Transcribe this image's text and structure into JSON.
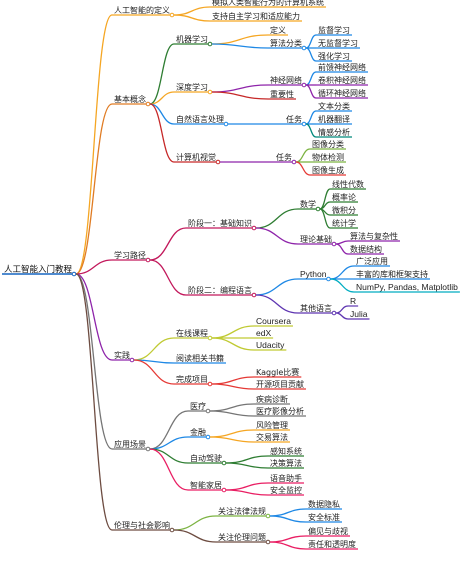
{
  "root": {
    "label": "人工智能入门教程",
    "underline": "#1565c0",
    "children": [
      {
        "label": "人工智能的定义",
        "color": "#f5a623",
        "children": [
          {
            "label": "模拟人类智能行为的计算机系统",
            "color": "#f5a623"
          },
          {
            "label": "支持自主学习和适应能力",
            "color": "#f5a623"
          }
        ]
      },
      {
        "label": "基本概念",
        "color": "#e07c24",
        "children": [
          {
            "label": "机器学习",
            "color": "#2e7d32",
            "children": [
              {
                "label": "定义",
                "color": "#f5a623"
              },
              {
                "label": "算法分类",
                "color": "#1e88e5",
                "children": [
                  {
                    "label": "监督学习",
                    "color": "#1e88e5"
                  },
                  {
                    "label": "无监督学习",
                    "color": "#1e88e5"
                  },
                  {
                    "label": "强化学习",
                    "color": "#1e88e5"
                  }
                ]
              }
            ]
          },
          {
            "label": "深度学习",
            "color": "#f5a623",
            "children": [
              {
                "label": "神经网络",
                "color": "#8e24aa",
                "children": [
                  {
                    "label": "前馈神经网络",
                    "color": "#1e88e5"
                  },
                  {
                    "label": "卷积神经网络",
                    "color": "#8e24aa"
                  },
                  {
                    "label": "循环神经网络",
                    "color": "#8e24aa"
                  }
                ]
              },
              {
                "label": "重要性",
                "color": "#c62828"
              }
            ]
          },
          {
            "label": "自然语言处理",
            "color": "#1e88e5",
            "children": [
              {
                "label": "任务",
                "color": "#1e88e5",
                "children": [
                  {
                    "label": "文本分类",
                    "color": "#1e88e5"
                  },
                  {
                    "label": "机器翻译",
                    "color": "#1e88e5"
                  },
                  {
                    "label": "情感分析",
                    "color": "#00897b"
                  }
                ]
              }
            ]
          },
          {
            "label": "计算机视觉",
            "color": "#c62828",
            "children": [
              {
                "label": "任务",
                "color": "#8e24aa",
                "children": [
                  {
                    "label": "图像分类",
                    "color": "#7cb342"
                  },
                  {
                    "label": "物体检测",
                    "color": "#7cb342"
                  },
                  {
                    "label": "图像生成",
                    "color": "#e53935"
                  }
                ]
              }
            ]
          }
        ]
      },
      {
        "label": "学习路径",
        "color": "#c2185b",
        "children": [
          {
            "label": "阶段一：基础知识",
            "color": "#c2185b",
            "children": [
              {
                "label": "数学",
                "color": "#2e7d32",
                "children": [
                  {
                    "label": "线性代数",
                    "color": "#2e7d32"
                  },
                  {
                    "label": "概率论",
                    "color": "#2e7d32"
                  },
                  {
                    "label": "微积分",
                    "color": "#2e7d32"
                  },
                  {
                    "label": "统计学",
                    "color": "#2e7d32"
                  }
                ]
              },
              {
                "label": "理论基础",
                "color": "#8e24aa",
                "children": [
                  {
                    "label": "算法与复杂性",
                    "color": "#8e24aa"
                  },
                  {
                    "label": "数据结构",
                    "color": "#8e24aa"
                  }
                ]
              }
            ]
          },
          {
            "label": "阶段二：编程语言",
            "color": "#c2185b",
            "children": [
              {
                "label": "Python",
                "color": "#1e88e5",
                "children": [
                  {
                    "label": "广泛应用",
                    "color": "#1e88e5"
                  },
                  {
                    "label": "丰富的库和框架支持",
                    "color": "#1e88e5"
                  },
                  {
                    "label": "NumPy, Pandas, Matplotlib",
                    "color": "#00acc1"
                  }
                ]
              },
              {
                "label": "其他语言",
                "color": "#5e35b1",
                "children": [
                  {
                    "label": "R",
                    "color": "#5e35b1"
                  },
                  {
                    "label": "Julia",
                    "color": "#5e35b1"
                  }
                ]
              }
            ]
          }
        ]
      },
      {
        "label": "实践",
        "color": "#8e24aa",
        "children": [
          {
            "label": "在线课程",
            "color": "#c0ca33",
            "children": [
              {
                "label": "Coursera",
                "color": "#c0ca33"
              },
              {
                "label": "edX",
                "color": "#c0ca33"
              },
              {
                "label": "Udacity",
                "color": "#c0ca33"
              }
            ]
          },
          {
            "label": "阅读相关书籍",
            "color": "#1e88e5"
          },
          {
            "label": "完成项目",
            "color": "#e53935",
            "children": [
              {
                "label": "Kaggle比赛",
                "color": "#e53935"
              },
              {
                "label": "开源项目贡献",
                "color": "#e53935"
              }
            ]
          }
        ]
      },
      {
        "label": "应用场景",
        "color": "#757575",
        "children": [
          {
            "label": "医疗",
            "color": "#757575",
            "children": [
              {
                "label": "疾病诊断",
                "color": "#757575"
              },
              {
                "label": "医疗影像分析",
                "color": "#757575"
              }
            ]
          },
          {
            "label": "金融",
            "color": "#1e88e5",
            "children": [
              {
                "label": "风险管理",
                "color": "#f5a623"
              },
              {
                "label": "交易算法",
                "color": "#f5a623"
              }
            ]
          },
          {
            "label": "自动驾驶",
            "color": "#2e7d32",
            "children": [
              {
                "label": "感知系统",
                "color": "#2e7d32"
              },
              {
                "label": "决策算法",
                "color": "#2e7d32"
              }
            ]
          },
          {
            "label": "智能家居",
            "color": "#e91e63",
            "children": [
              {
                "label": "语音助手",
                "color": "#e91e63"
              },
              {
                "label": "安全监控",
                "color": "#e91e63"
              }
            ]
          }
        ]
      },
      {
        "label": "伦理与社会影响",
        "color": "#6d4c41",
        "children": [
          {
            "label": "关注法律法规",
            "color": "#7cb342",
            "children": [
              {
                "label": "数据隐私",
                "color": "#1e88e5"
              },
              {
                "label": "安全标准",
                "color": "#1e88e5"
              }
            ]
          },
          {
            "label": "关注伦理问题",
            "color": "#6d4c41",
            "children": [
              {
                "label": "偏见与歧视",
                "color": "#e91e63"
              },
              {
                "label": "责任和透明度",
                "color": "#e91e63"
              }
            ]
          }
        ]
      }
    ]
  }
}
